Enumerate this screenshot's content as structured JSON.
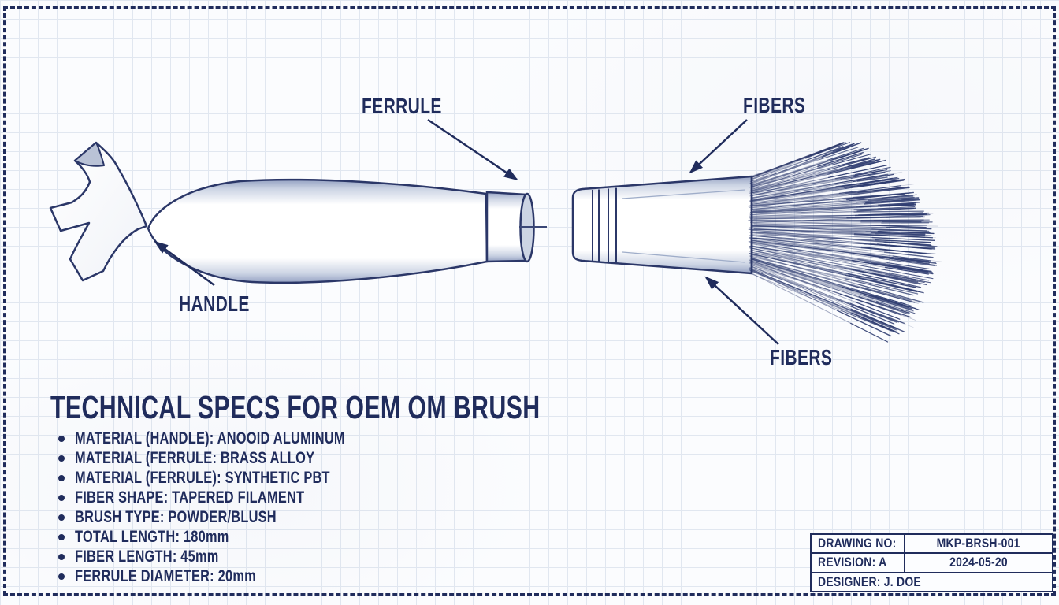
{
  "drawing": {
    "labels": {
      "ferrule": "FERRULE",
      "fibers_top": "FIBERS",
      "fibers_bottom": "FIBERS",
      "handle": "HANDLE"
    }
  },
  "specs": {
    "title": "TECHNICAL SPECS FOR OEM OM BRUSH",
    "items": [
      "MATERIAL (HANDLE): ANOOID ALUMINUM",
      "MATERIAL (FERRULE: BRASS ALLOY",
      "MATERIAL (FERRULE): SYNTHETIC PBT",
      "FIBER SHAPE: TAPERED FILAMENT",
      "BRUSH TYPE: POWDER/BLUSH",
      "TOTAL LENGTH: 180mm",
      "FIBER LENGTH: 45mm",
      "FERRULE DIAMETER: 20mm"
    ]
  },
  "title_block": {
    "rows": [
      {
        "label": "DRAWING NO:",
        "value": "MKP-BRSH-001"
      },
      {
        "label": "REVISION: A",
        "value": "2024-05-20"
      },
      {
        "label": "DESIGNER: J. DOE",
        "value": ""
      }
    ]
  },
  "colors": {
    "ink": "#202c5c",
    "outline": "#2b3768",
    "fiber": "#2e3c70",
    "grid_line": "#e1e7f0",
    "paper": "#fbfcfe",
    "shade": "#b9c2d6"
  }
}
